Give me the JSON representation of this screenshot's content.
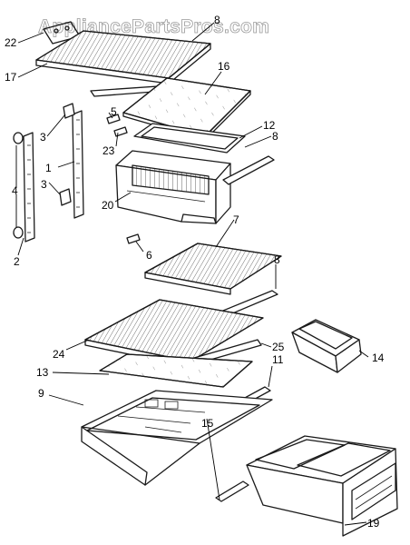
{
  "watermark": "AppliancePartsPros.com",
  "callouts": [
    {
      "id": "22",
      "text": "22"
    },
    {
      "id": "8a",
      "text": "8"
    },
    {
      "id": "17",
      "text": "17"
    },
    {
      "id": "16",
      "text": "16"
    },
    {
      "id": "5",
      "text": "5"
    },
    {
      "id": "12",
      "text": "12"
    },
    {
      "id": "8b",
      "text": "8"
    },
    {
      "id": "3a",
      "text": "3"
    },
    {
      "id": "23",
      "text": "23"
    },
    {
      "id": "1",
      "text": "1"
    },
    {
      "id": "4",
      "text": "4"
    },
    {
      "id": "3b",
      "text": "3"
    },
    {
      "id": "20",
      "text": "20"
    },
    {
      "id": "2",
      "text": "2"
    },
    {
      "id": "6",
      "text": "6"
    },
    {
      "id": "7",
      "text": "7"
    },
    {
      "id": "8c",
      "text": "8"
    },
    {
      "id": "24",
      "text": "24"
    },
    {
      "id": "25",
      "text": "25"
    },
    {
      "id": "14",
      "text": "14"
    },
    {
      "id": "13",
      "text": "13"
    },
    {
      "id": "11",
      "text": "11"
    },
    {
      "id": "9",
      "text": "9"
    },
    {
      "id": "15",
      "text": "15"
    },
    {
      "id": "19",
      "text": "19"
    }
  ]
}
